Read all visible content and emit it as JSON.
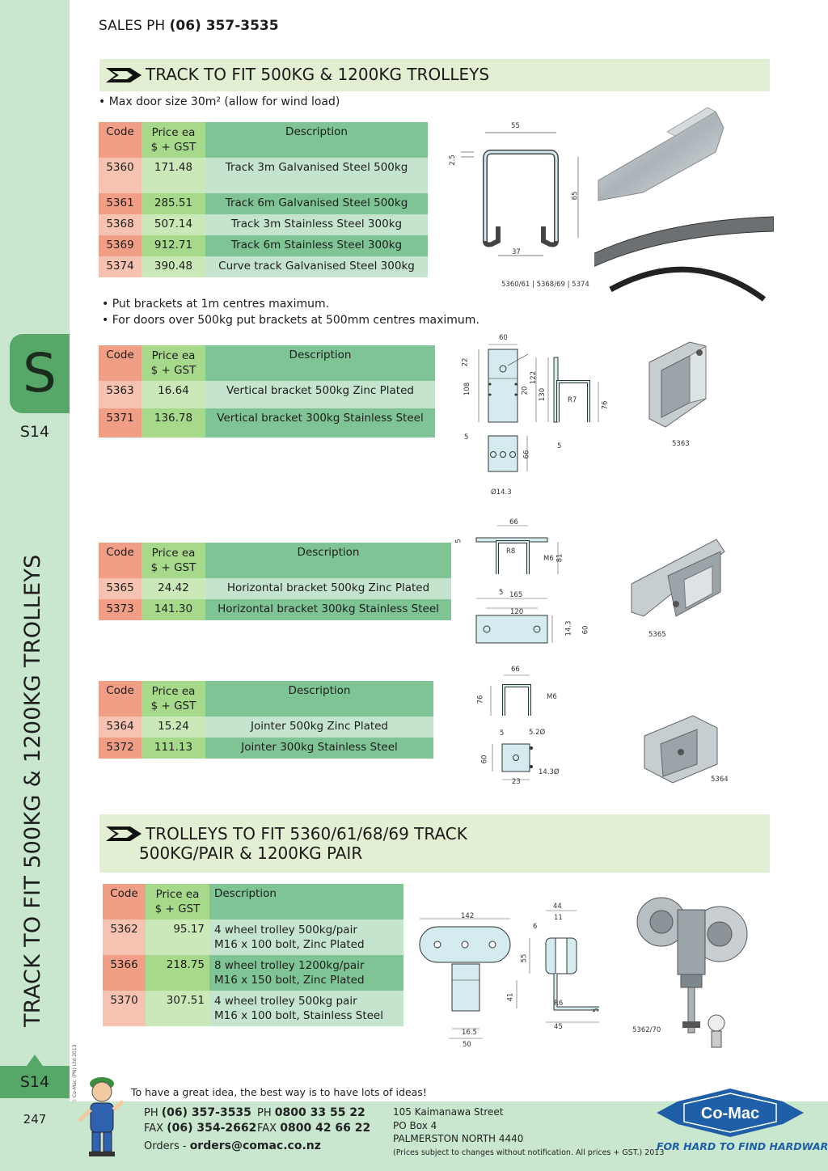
{
  "sidebar": {
    "tab_letter": "S",
    "section_code": "S14",
    "vertical_title": "TRACK TO FIT 500KG & 1200KG TROLLEYS",
    "bottom_code": "S14",
    "page_number": "247",
    "copyright": "© Co-Mac (PN) Ltd 2013"
  },
  "header": {
    "sales_label": "SALES  PH",
    "sales_phone": "(06) 357-3535"
  },
  "section1": {
    "title": "TRACK TO FIT 500KG & 1200KG TROLLEYS",
    "note1": "• Max door size 30m² (allow for wind load)",
    "table": {
      "headers": [
        "Code",
        "Price ea\n$ + GST",
        "Description"
      ],
      "rows": [
        [
          "5360",
          "171.48",
          "Track 3m Galvanised Steel 500kg"
        ],
        [
          "5361",
          "285.51",
          "Track 6m Galvanised Steel 500kg"
        ],
        [
          "5368",
          "507.14",
          "Track 3m Stainless Steel 300kg"
        ],
        [
          "5369",
          "912.71",
          "Track 6m Stainless Steel 300kg"
        ],
        [
          "5374",
          "390.48",
          "Curve track Galvanised Steel 300kg"
        ]
      ]
    },
    "drawing": {
      "w": "55",
      "h": "65",
      "gap": "37",
      "thick": "2.5",
      "caption": "5360/61  |  5368/69  |  5374"
    },
    "note2": "• Put brackets at 1m centres maximum.",
    "note3": "• For doors over 500kg put brackets at 500mm centres maximum."
  },
  "vertical_brackets": {
    "headers": [
      "Code",
      "Price ea\n$ + GST",
      "Description"
    ],
    "rows": [
      [
        "5363",
        "16.64",
        "Vertical bracket 500kg Zinc Plated"
      ],
      [
        "5371",
        "136.78",
        "Vertical bracket 300kg Stainless Steel"
      ]
    ],
    "dims": [
      "60",
      "22",
      "108",
      "122",
      "130",
      "20",
      "R7",
      "76",
      "5",
      "5",
      "66",
      "Ø14.3"
    ],
    "caption": "5363"
  },
  "horizontal_brackets": {
    "headers": [
      "Code",
      "Price ea\n$ + GST",
      "Description"
    ],
    "rows": [
      [
        "5365",
        "24.42",
        "Horizontal bracket 500kg Zinc Plated"
      ],
      [
        "5373",
        "141.30",
        "Horizontal bracket 300kg Stainless Steel"
      ]
    ],
    "dims": [
      "66",
      "5",
      "R8",
      "M6",
      "81",
      "5",
      "165",
      "120",
      "14.3",
      "60"
    ],
    "caption": "5365"
  },
  "jointers": {
    "headers": [
      "Code",
      "Price ea\n$ + GST",
      "Description"
    ],
    "rows": [
      [
        "5364",
        "15.24",
        "Jointer 500kg Zinc Plated"
      ],
      [
        "5372",
        "111.13",
        "Jointer 300kg Stainless Steel"
      ]
    ],
    "dims": [
      "66",
      "76",
      "M6",
      "5",
      "5.2Ø",
      "60",
      "14.3Ø",
      "23"
    ],
    "caption": "5364"
  },
  "section2": {
    "title_line1": "TROLLEYS TO FIT 5360/61/68/69 TRACK",
    "title_line2": "500KG/PAIR & 1200KG PAIR",
    "headers": [
      "Code",
      "Price ea\n$ + GST",
      "Description"
    ],
    "rows": [
      [
        "5362",
        "95.17",
        "4 wheel trolley 500kg/pair",
        "M16 x 100 bolt, Zinc Plated"
      ],
      [
        "5366",
        "218.75",
        "8 wheel trolley 1200kg/pair",
        "M16 x 150 bolt, Zinc Plated"
      ],
      [
        "5370",
        "307.51",
        "4 wheel trolley 500kg pair",
        "M16 x 100 bolt, Stainless Steel"
      ]
    ],
    "dims": [
      "142",
      "44",
      "11",
      "6",
      "55",
      "41",
      "R6",
      "5",
      "45",
      "16.5",
      "50"
    ],
    "caption": "5362/70"
  },
  "footer": {
    "tagline": "To have a great idea, the best way is to have lots of ideas!",
    "ph_label": "PH",
    "ph": "(06) 357-3535",
    "fax_label": "FAX",
    "fax": "(06) 354-2662",
    "ph2_label": "PH",
    "ph2": "0800 33 55 22",
    "fax2_label": "FAX",
    "fax2": "0800 42 66 22",
    "orders_label": "Orders -",
    "orders_email": "orders@comac.co.nz",
    "address1": "105 Kaimanawa Street",
    "address2": "PO Box 4",
    "address3": "PALMERSTON NORTH 4440",
    "disclaimer": "(Prices subject to changes without notification.  All prices + GST.)  2013",
    "logo_text": "Co-Mac",
    "slogan": "FOR HARD TO FIND HARDWARE"
  },
  "colors": {
    "sidebar": "#c9e7cf",
    "tab": "#57a868",
    "header_band": "#e3efd3",
    "code_col": "#f09e85",
    "price_col": "#a7d98b",
    "desc_col": "#7fc494",
    "logo_blue": "#1f5fa8"
  }
}
